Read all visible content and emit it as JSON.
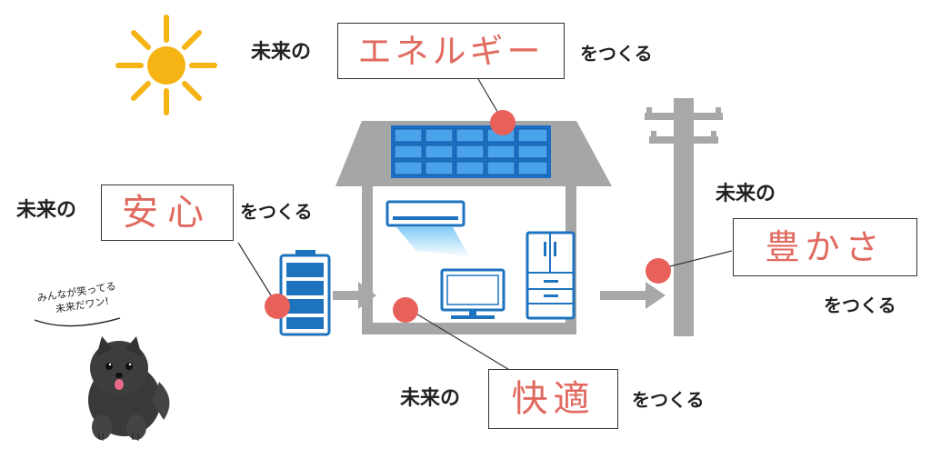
{
  "labels": {
    "energy": {
      "prefix": "未来の",
      "word": "エネルギー",
      "suffix": "をつくる"
    },
    "safety": {
      "prefix": "未来の",
      "word": "安心",
      "suffix": "をつくる"
    },
    "comfort": {
      "prefix": "未来の",
      "word": "快適",
      "suffix": "をつくる"
    },
    "wealth": {
      "prefix": "未来の",
      "word": "豊かさ",
      "suffix": "をつくる"
    }
  },
  "dog_speech": {
    "line1": "みんなが笑ってる",
    "line2": "未来だワン!"
  },
  "colors": {
    "accent_red": "#e8605a",
    "word_red": "#e06a5f",
    "sun_yellow": "#f5b414",
    "gray": "#a8a8a8",
    "appliance_blue": "#1e73be",
    "panel_blue": "#1a6fc4",
    "ac_flow": "#8fd0f5"
  },
  "icons": [
    "sun-icon",
    "solar-panel-icon",
    "house-icon",
    "battery-icon",
    "air-conditioner-icon",
    "tv-icon",
    "refrigerator-icon",
    "utility-pole-icon",
    "dog-icon",
    "arrow-right-icon"
  ]
}
